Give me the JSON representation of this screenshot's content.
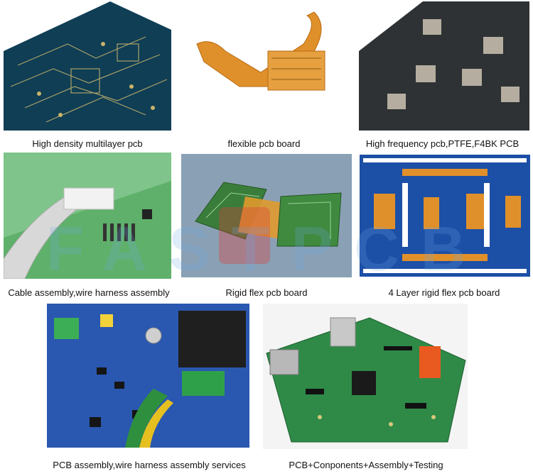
{
  "watermark": "FASTPCB",
  "tiles": [
    {
      "caption": "High density multilayer pcb"
    },
    {
      "caption": "flexible pcb board"
    },
    {
      "caption": "High frequency pcb,PTFE,F4BK PCB"
    },
    {
      "caption": "Cable assembly,wire harness assembly"
    },
    {
      "caption": "Rigid flex pcb board"
    },
    {
      "caption": "4 Layer rigid flex pcb board"
    },
    {
      "caption": "PCB assembly,wire harness assembly services"
    },
    {
      "caption": "PCB+Conponents+Assembly+Testing"
    }
  ],
  "colors": {
    "pcb_blue": "#0f3e55",
    "flex_orange": "#e0902a",
    "ptfe_dark": "#2e3234",
    "pcb_green": "#2f8a48",
    "bg_slate": "#8aa0b4",
    "blue_board": "#1c4fa6"
  }
}
